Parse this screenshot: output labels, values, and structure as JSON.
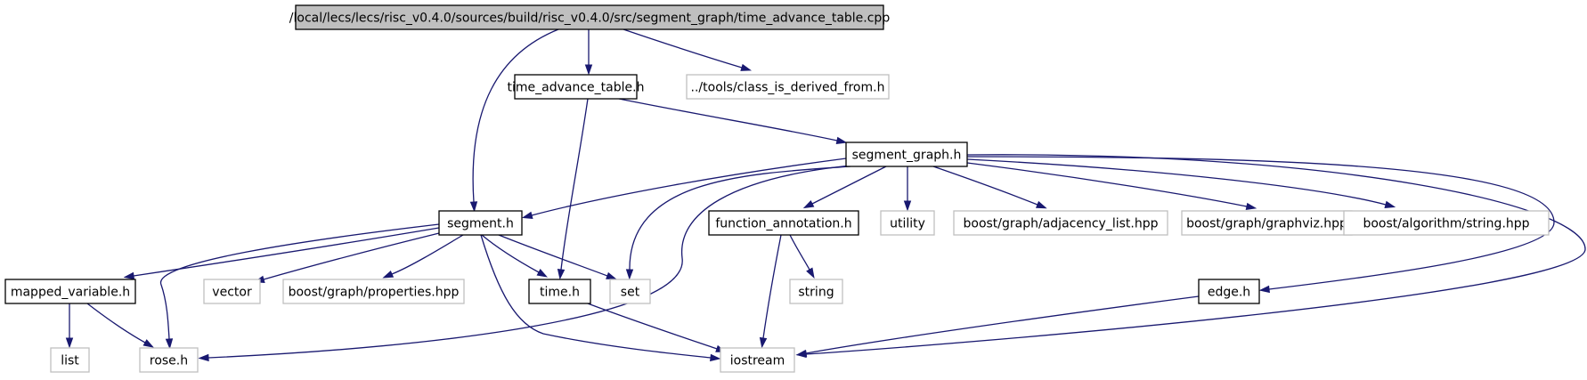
{
  "graph": {
    "nodes": [
      {
        "id": "root",
        "label": "/local/lecs/lecs/risc_v0.4.0/sources/build/risc_v0.4.0/src/segment_graph/time_advance_table.cpp",
        "kind": "root"
      },
      {
        "id": "time_advance_table_h",
        "label": "time_advance_table.h",
        "kind": "documented"
      },
      {
        "id": "class_is_derived_from_h",
        "label": "../tools/class_is_derived_from.h",
        "kind": "external"
      },
      {
        "id": "segment_graph_h",
        "label": "segment_graph.h",
        "kind": "documented"
      },
      {
        "id": "segment_h",
        "label": "segment.h",
        "kind": "documented"
      },
      {
        "id": "function_annotation_h",
        "label": "function_annotation.h",
        "kind": "documented"
      },
      {
        "id": "utility",
        "label": "utility",
        "kind": "external"
      },
      {
        "id": "adjacency_list_hpp",
        "label": "boost/graph/adjacency_list.hpp",
        "kind": "external"
      },
      {
        "id": "graphviz_hpp",
        "label": "boost/graph/graphviz.hpp",
        "kind": "external"
      },
      {
        "id": "string_hpp",
        "label": "boost/algorithm/string.hpp",
        "kind": "external"
      },
      {
        "id": "mapped_variable_h",
        "label": "mapped_variable.h",
        "kind": "documented"
      },
      {
        "id": "vector",
        "label": "vector",
        "kind": "external"
      },
      {
        "id": "properties_hpp",
        "label": "boost/graph/properties.hpp",
        "kind": "external"
      },
      {
        "id": "time_h",
        "label": "time.h",
        "kind": "documented"
      },
      {
        "id": "set",
        "label": "set",
        "kind": "external"
      },
      {
        "id": "string",
        "label": "string",
        "kind": "external"
      },
      {
        "id": "edge_h",
        "label": "edge.h",
        "kind": "documented"
      },
      {
        "id": "list",
        "label": "list",
        "kind": "external"
      },
      {
        "id": "rose_h",
        "label": "rose.h",
        "kind": "external"
      },
      {
        "id": "iostream",
        "label": "iostream",
        "kind": "external"
      }
    ],
    "edges": [
      {
        "from": "root",
        "to": "time_advance_table_h"
      },
      {
        "from": "root",
        "to": "class_is_derived_from_h"
      },
      {
        "from": "root",
        "to": "segment_h"
      },
      {
        "from": "time_advance_table_h",
        "to": "segment_graph_h"
      },
      {
        "from": "time_advance_table_h",
        "to": "time_h"
      },
      {
        "from": "segment_graph_h",
        "to": "segment_h"
      },
      {
        "from": "segment_graph_h",
        "to": "function_annotation_h"
      },
      {
        "from": "segment_graph_h",
        "to": "utility"
      },
      {
        "from": "segment_graph_h",
        "to": "adjacency_list_hpp"
      },
      {
        "from": "segment_graph_h",
        "to": "graphviz_hpp"
      },
      {
        "from": "segment_graph_h",
        "to": "string_hpp"
      },
      {
        "from": "segment_graph_h",
        "to": "set"
      },
      {
        "from": "segment_graph_h",
        "to": "rose_h"
      },
      {
        "from": "segment_graph_h",
        "to": "edge_h"
      },
      {
        "from": "segment_graph_h",
        "to": "iostream"
      },
      {
        "from": "segment_h",
        "to": "mapped_variable_h"
      },
      {
        "from": "segment_h",
        "to": "vector"
      },
      {
        "from": "segment_h",
        "to": "properties_hpp"
      },
      {
        "from": "segment_h",
        "to": "time_h"
      },
      {
        "from": "segment_h",
        "to": "set"
      },
      {
        "from": "segment_h",
        "to": "rose_h"
      },
      {
        "from": "segment_h",
        "to": "iostream"
      },
      {
        "from": "function_annotation_h",
        "to": "string"
      },
      {
        "from": "function_annotation_h",
        "to": "iostream"
      },
      {
        "from": "mapped_variable_h",
        "to": "list"
      },
      {
        "from": "mapped_variable_h",
        "to": "rose_h"
      },
      {
        "from": "time_h",
        "to": "iostream"
      },
      {
        "from": "edge_h",
        "to": "iostream"
      }
    ]
  },
  "colors": {
    "edge": "#191970",
    "root_fill": "#bfbfbf",
    "documented_border": "#000000",
    "external_border": "#bfbfbf"
  }
}
